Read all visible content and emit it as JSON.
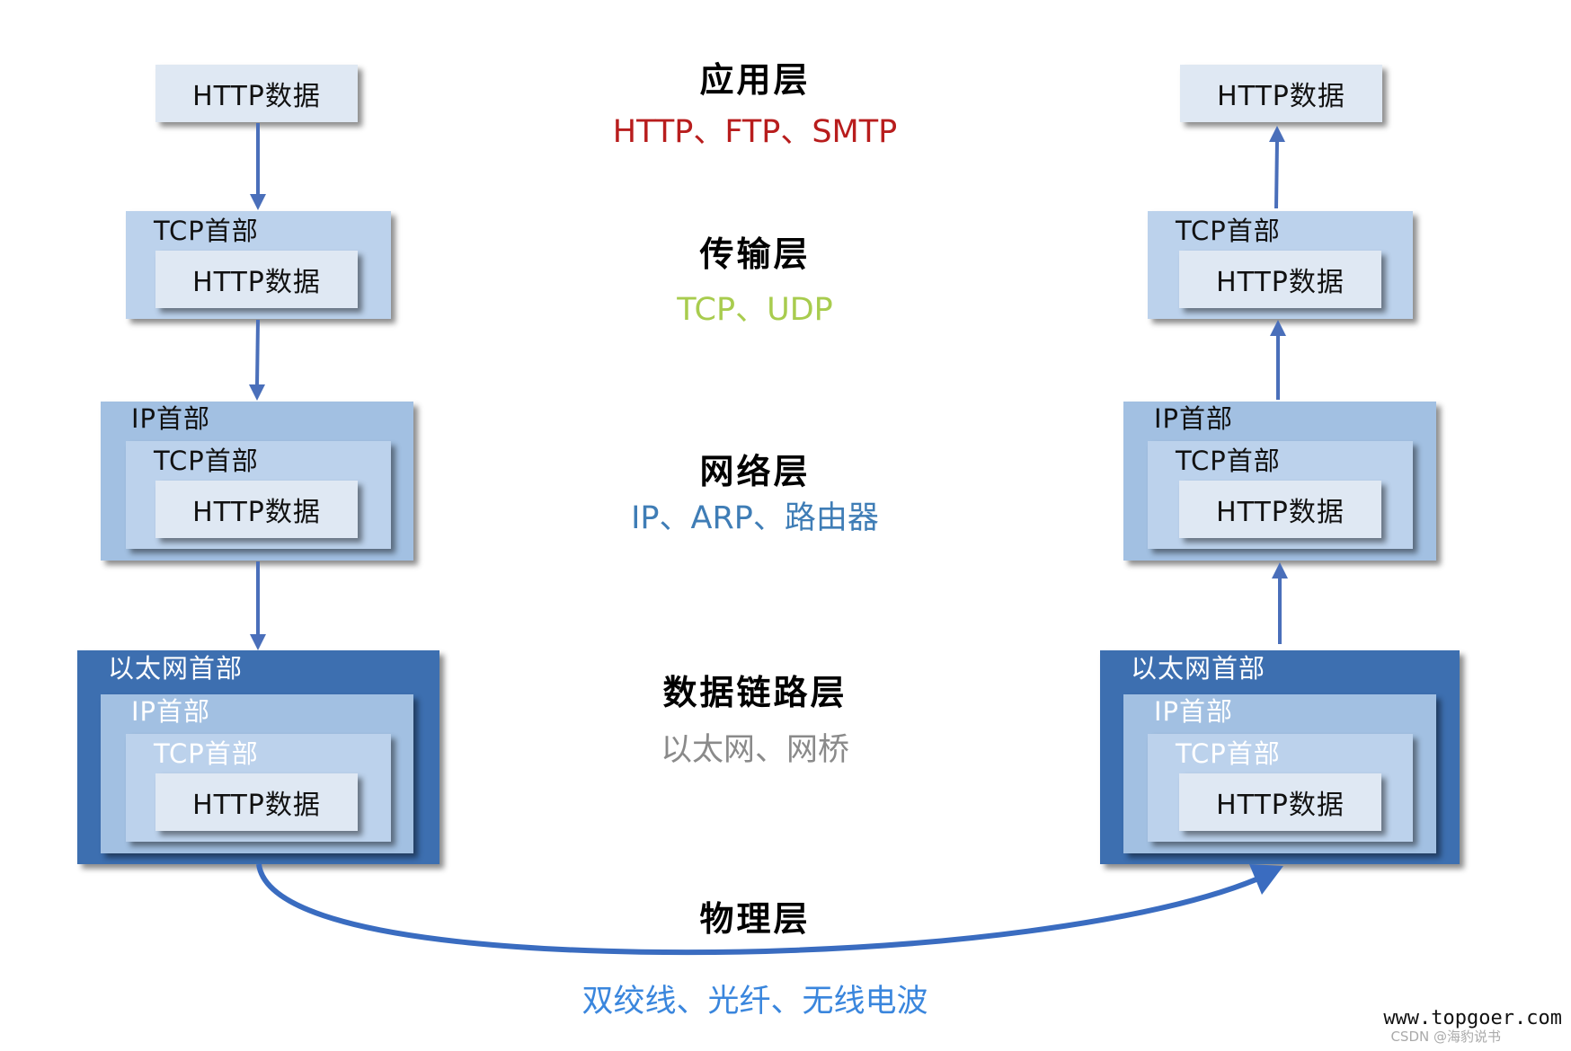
{
  "labels": {
    "http_data": "HTTP数据",
    "tcp_header": "TCP首部",
    "ip_header": "IP首部",
    "eth_header": "以太网首部"
  },
  "layers": {
    "application": {
      "name": "应用层",
      "protocols": "HTTP、FTP、SMTP",
      "color": "#b81d1d"
    },
    "transport": {
      "name": "传输层",
      "protocols": "TCP、UDP",
      "color": "#a8cc4e"
    },
    "network": {
      "name": "网络层",
      "protocols": "IP、ARP、路由器",
      "color": "#3f7db6"
    },
    "datalink": {
      "name": "数据链路层",
      "protocols": "以太网、网桥",
      "color": "#8a8a8a"
    },
    "physical": {
      "name": "物理层",
      "protocols": "双绞线、光纤、无线电波",
      "color": "#3a86dd"
    }
  },
  "colors": {
    "eth_frame": "#3d6fb0",
    "ip_frame": "#a2c0e2",
    "tcp_frame": "#bcd2ec",
    "http_box": "#dfe8f3",
    "arrow": "#4a6fba"
  },
  "watermark": "www.topgoer.com",
  "watermark_secondary": "CSDN @海豹说书"
}
